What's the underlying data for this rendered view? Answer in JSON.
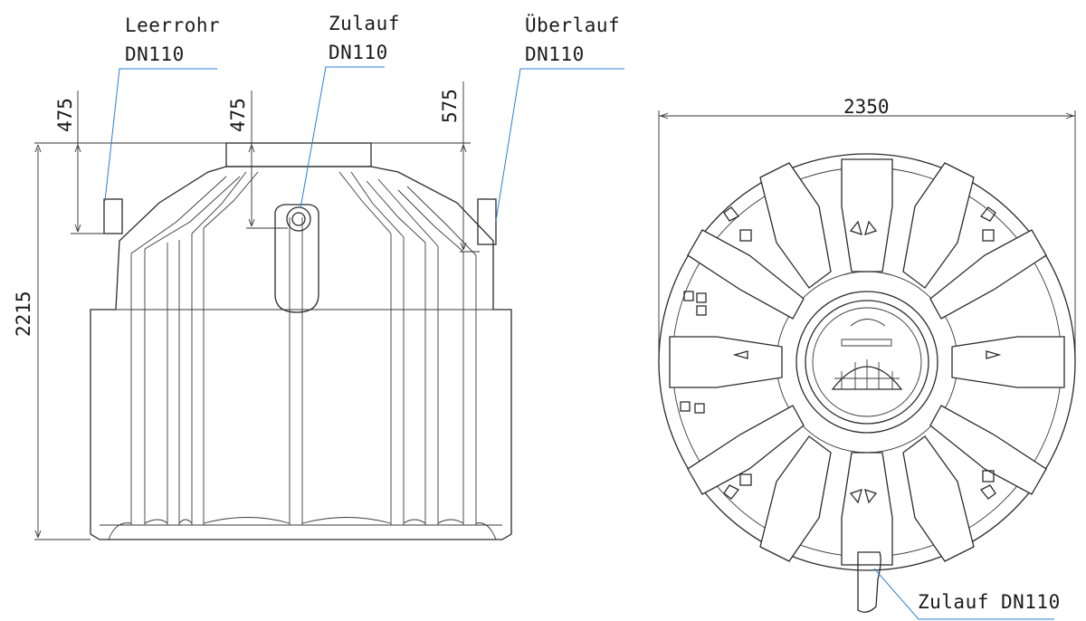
{
  "side_view": {
    "labels": {
      "leerrohr": {
        "line1": "Leerrohr",
        "line2": "DN110"
      },
      "zulauf": {
        "line1": "Zulauf",
        "line2": "DN110"
      },
      "ueberlauf": {
        "line1": "Überlauf",
        "line2": "DN110"
      }
    },
    "dimensions": {
      "height_total": "2215",
      "leerrohr_depth": "475",
      "zulauf_depth": "475",
      "ueberlauf_depth": "575"
    }
  },
  "top_view": {
    "dimensions": {
      "diameter": "2350"
    },
    "labels": {
      "zulauf": "Zulauf DN110"
    }
  },
  "colors": {
    "line": "#2b2b2b",
    "leader": "#2a7fd4",
    "background": "#ffffff"
  }
}
